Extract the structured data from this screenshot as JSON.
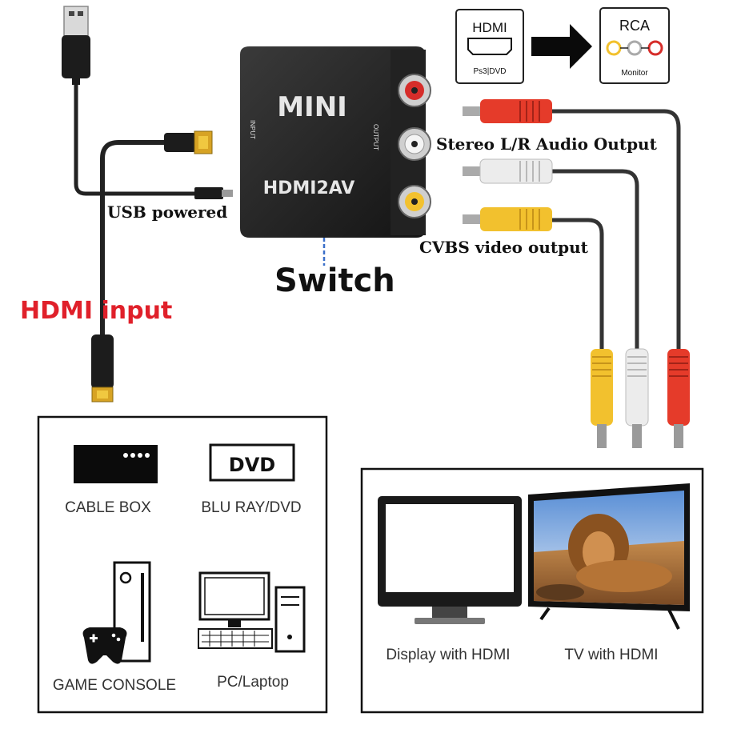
{
  "labels": {
    "usb_powered": "USB powered",
    "hdmi_input": "HDMI input",
    "switch": "Switch",
    "stereo_audio": "Stereo L/R Audio Output",
    "cvbs_video": "CVBS video output"
  },
  "converter": {
    "brand": "MINI",
    "model": "HDMI2AV",
    "input_side": "INPUT",
    "output_side": "OUTPUT"
  },
  "conversion_icons": {
    "hdmi_title": "HDMI",
    "hdmi_sub": "Ps3|DVD",
    "rca_title": "RCA",
    "rca_sub": "Monitor"
  },
  "sources": {
    "cable_box": "CABLE BOX",
    "dvd_badge": "DVD",
    "blu_ray": "BLU RAY/DVD",
    "game_console": "GAME CONSOLE",
    "pc": "PC/Laptop"
  },
  "displays": {
    "display_hdmi": "Display with HDMI",
    "tv_hdmi": "TV with HDMI"
  },
  "colors": {
    "hdmi_input": "#e0202a",
    "audio_red": "#e53b2a",
    "audio_white": "#e8e8e8",
    "video_yellow": "#f2c12e",
    "switch_line": "#3a6fc9"
  }
}
